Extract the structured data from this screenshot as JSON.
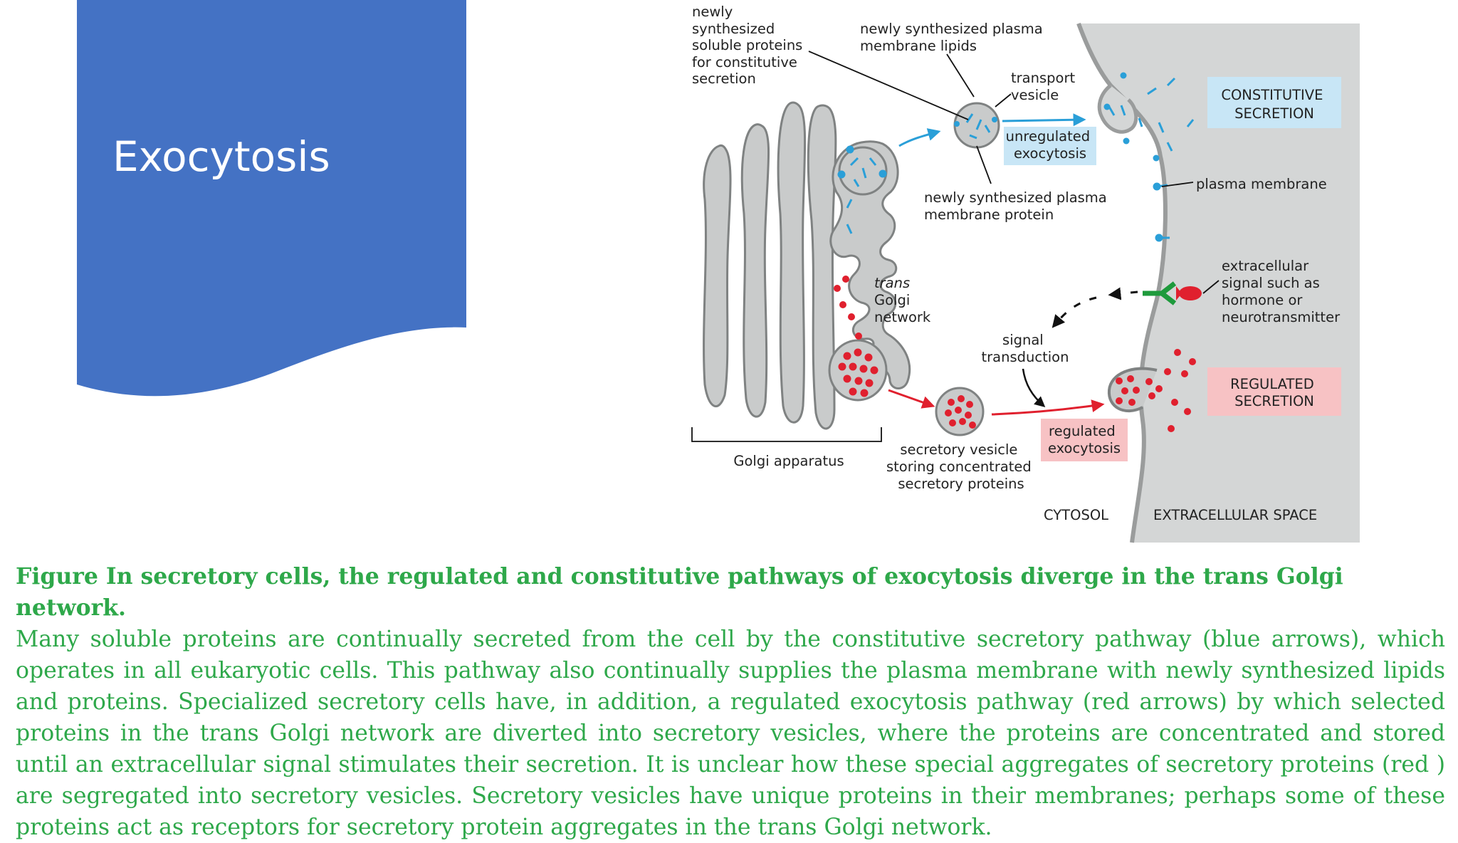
{
  "slide": {
    "title": "Exocytosis",
    "banner_color": "#4472c4"
  },
  "diagram": {
    "labels": {
      "soluble_proteins": [
        "newly",
        "synthesized",
        "soluble proteins",
        "for constitutive",
        "secretion"
      ],
      "membrane_lipids": [
        "newly synthesized plasma",
        "membrane lipids"
      ],
      "transport_vesicle": [
        "transport",
        "vesicle"
      ],
      "unregulated_exocytosis": [
        "unregulated",
        "exocytosis"
      ],
      "membrane_protein": [
        "newly synthesized plasma",
        "membrane protein"
      ],
      "constitutive_secretion": [
        "CONSTITUTIVE",
        "SECRETION"
      ],
      "plasma_membrane": "plasma membrane",
      "trans_golgi": [
        "trans",
        "Golgi",
        "network"
      ],
      "extracellular_signal": [
        "extracellular",
        "signal such as",
        "hormone or",
        "neurotransmitter"
      ],
      "signal_transduction": [
        "signal",
        "transduction"
      ],
      "regulated_secretion": [
        "REGULATED",
        "SECRETION"
      ],
      "regulated_exocytosis": [
        "regulated",
        "exocytosis"
      ],
      "golgi_apparatus": "Golgi apparatus",
      "secretory_vesicle": [
        "secretory vesicle",
        "storing concentrated",
        "secretory proteins"
      ],
      "cytosol": "CYTOSOL",
      "extracellular_space": "EXTRACELLULAR SPACE"
    },
    "colors": {
      "constitutive_blue": "#2a9fd8",
      "regulated_red": "#e0202e",
      "receptor_green": "#1e9a3c",
      "golgi_gray": "#c9cbcb",
      "extracellular_gray": "#d4d6d6",
      "blue_box": "#c8e6f6",
      "red_box": "#f7c2c4"
    }
  },
  "caption": {
    "heading": "Figure In secretory cells, the regulated and constitutive pathways of exocytosis diverge in the trans Golgi network.",
    "body": "Many soluble proteins are continually secreted from the cell by the constitutive secretory pathway (blue arrows), which operates in all eukaryotic cells. This pathway also continually supplies the plasma membrane with newly synthesized lipids and proteins. Specialized secretory cells have, in addition, a regulated exocytosis pathway (red arrows) by which selected proteins in the trans Golgi network are diverted into secretory vesicles, where the proteins are concentrated and stored until an extracellular signal stimulates their secretion. It is unclear how these special aggregates of secretory proteins (red ) are segregated into secretory vesicles. Secretory vesicles have unique proteins in their membranes; perhaps some of these proteins act as receptors for secretory protein aggregates in the trans Golgi network.",
    "color": "#2ea84a"
  }
}
